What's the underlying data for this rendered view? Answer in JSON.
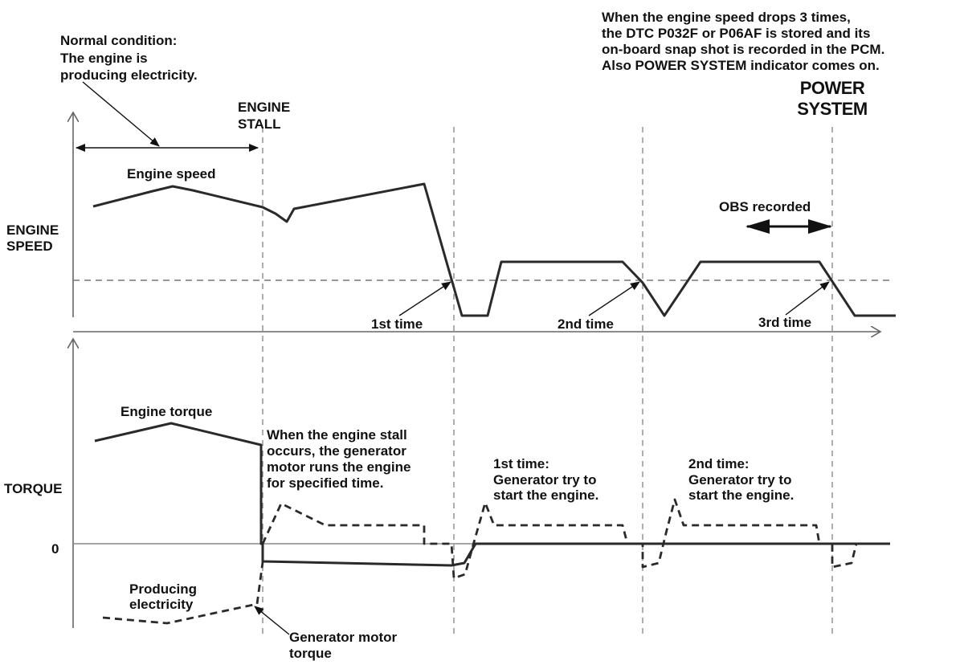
{
  "annotations": {
    "normal_condition": [
      "Normal condition:",
      "The engine is",
      "producing electricity."
    ],
    "dtc_note": [
      "When the engine speed drops 3 times,",
      "the DTC P032F or P06AF is stored and its",
      "on-board snap shot is recorded in the PCM.",
      "Also POWER SYSTEM indicator comes on."
    ],
    "engine_stall": [
      "ENGINE",
      "STALL"
    ],
    "power_system": [
      "POWER",
      "SYSTEM"
    ],
    "obs_recorded": "OBS recorded",
    "stall_note": [
      "When the engine stall",
      "occurs, the generator",
      "motor runs the engine",
      "for specified time."
    ],
    "first_try": [
      "1st time:",
      "Generator try to",
      "start the engine."
    ],
    "second_try": [
      "2nd time:",
      "Generator try to",
      "start the engine."
    ],
    "producing": [
      "Producing",
      "electricity"
    ],
    "gen_torque": [
      "Generator motor",
      "torque"
    ]
  },
  "axes": {
    "engine_speed": [
      "ENGINE",
      "SPEED"
    ],
    "torque": "TORQUE",
    "zero": "0"
  },
  "series_labels": {
    "engine_speed": "Engine speed",
    "engine_torque": "Engine torque"
  },
  "drop_markers": [
    "1st time",
    "2nd time",
    "3rd time"
  ],
  "colors": {
    "line": "#2a2a2a",
    "guide": "#777777",
    "text": "#111111"
  }
}
